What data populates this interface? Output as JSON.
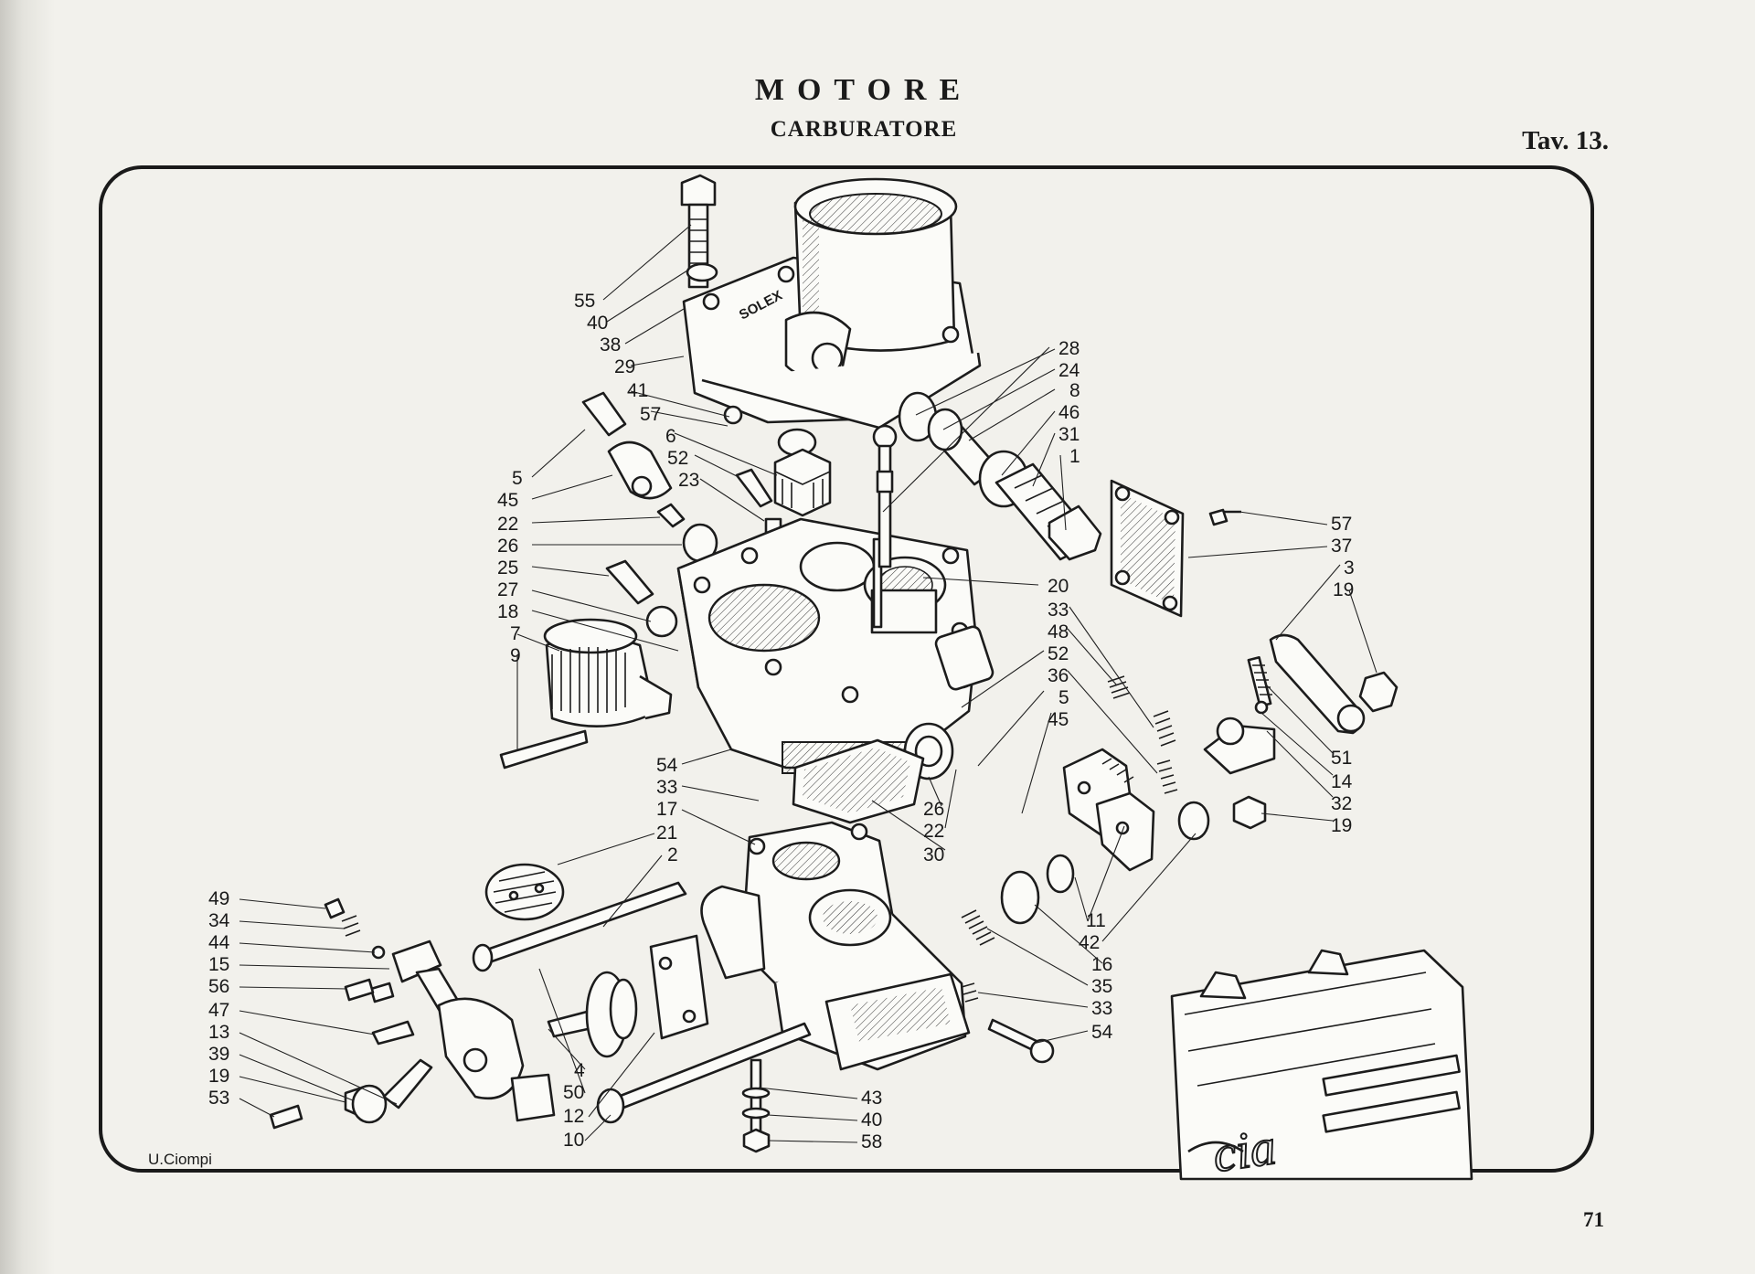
{
  "header": {
    "section": "MOTORE",
    "subsection": "CARBURATORE",
    "plate": "Tav. 13.",
    "page_number": "71"
  },
  "signature": "U.Ciompi",
  "callouts": {
    "left_upper": [
      "55",
      "40",
      "38",
      "29",
      "41",
      "57",
      "6",
      "52",
      "23"
    ],
    "left_mid": [
      "5",
      "45",
      "22",
      "26",
      "25",
      "27",
      "18",
      "7",
      "9"
    ],
    "right_upper": [
      "28",
      "24",
      "8",
      "46",
      "31",
      "1"
    ],
    "far_right": [
      "57",
      "37",
      "3",
      "19"
    ],
    "right_mid": [
      "20",
      "33",
      "48",
      "52",
      "36",
      "5",
      "45"
    ],
    "right_lower": [
      "51",
      "14",
      "32",
      "19"
    ],
    "center_lower": [
      "54",
      "33",
      "17",
      "21",
      "2"
    ],
    "center_drop": [
      "26",
      "22",
      "30"
    ],
    "bottom_left": [
      "49",
      "34",
      "44",
      "15",
      "56",
      "47",
      "13",
      "39",
      "19",
      "53"
    ],
    "bottom_center_left": [
      "4",
      "50",
      "12",
      "10"
    ],
    "bottom_center_right": [
      "43",
      "40",
      "58"
    ],
    "bottom_right": [
      "11",
      "42",
      "16",
      "35",
      "33",
      "54"
    ]
  }
}
